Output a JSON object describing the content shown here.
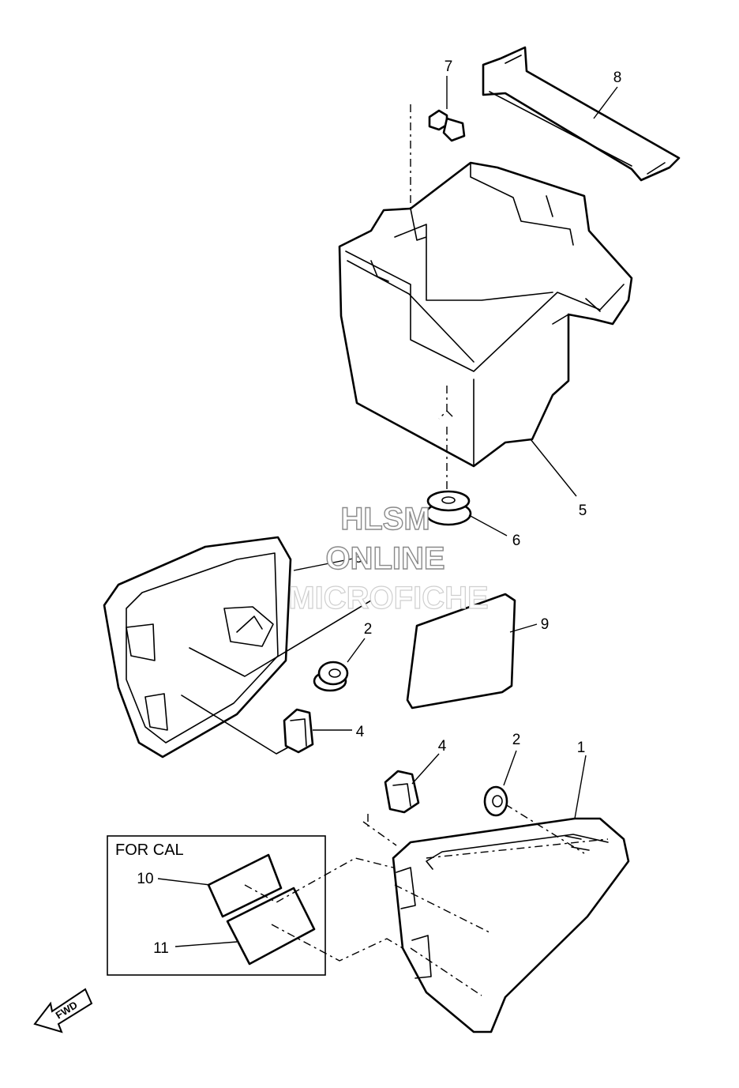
{
  "callouts": [
    "1",
    "2",
    "2",
    "3",
    "4",
    "4",
    "5",
    "6",
    "7",
    "8",
    "9",
    "10",
    "11"
  ],
  "variant_box": {
    "label": "FOR CAL"
  },
  "direction_arrow": {
    "label": "FWD"
  },
  "watermark": {
    "line1": "HLSM",
    "line2": "ONLINE",
    "line3": "MICROFICHE"
  }
}
